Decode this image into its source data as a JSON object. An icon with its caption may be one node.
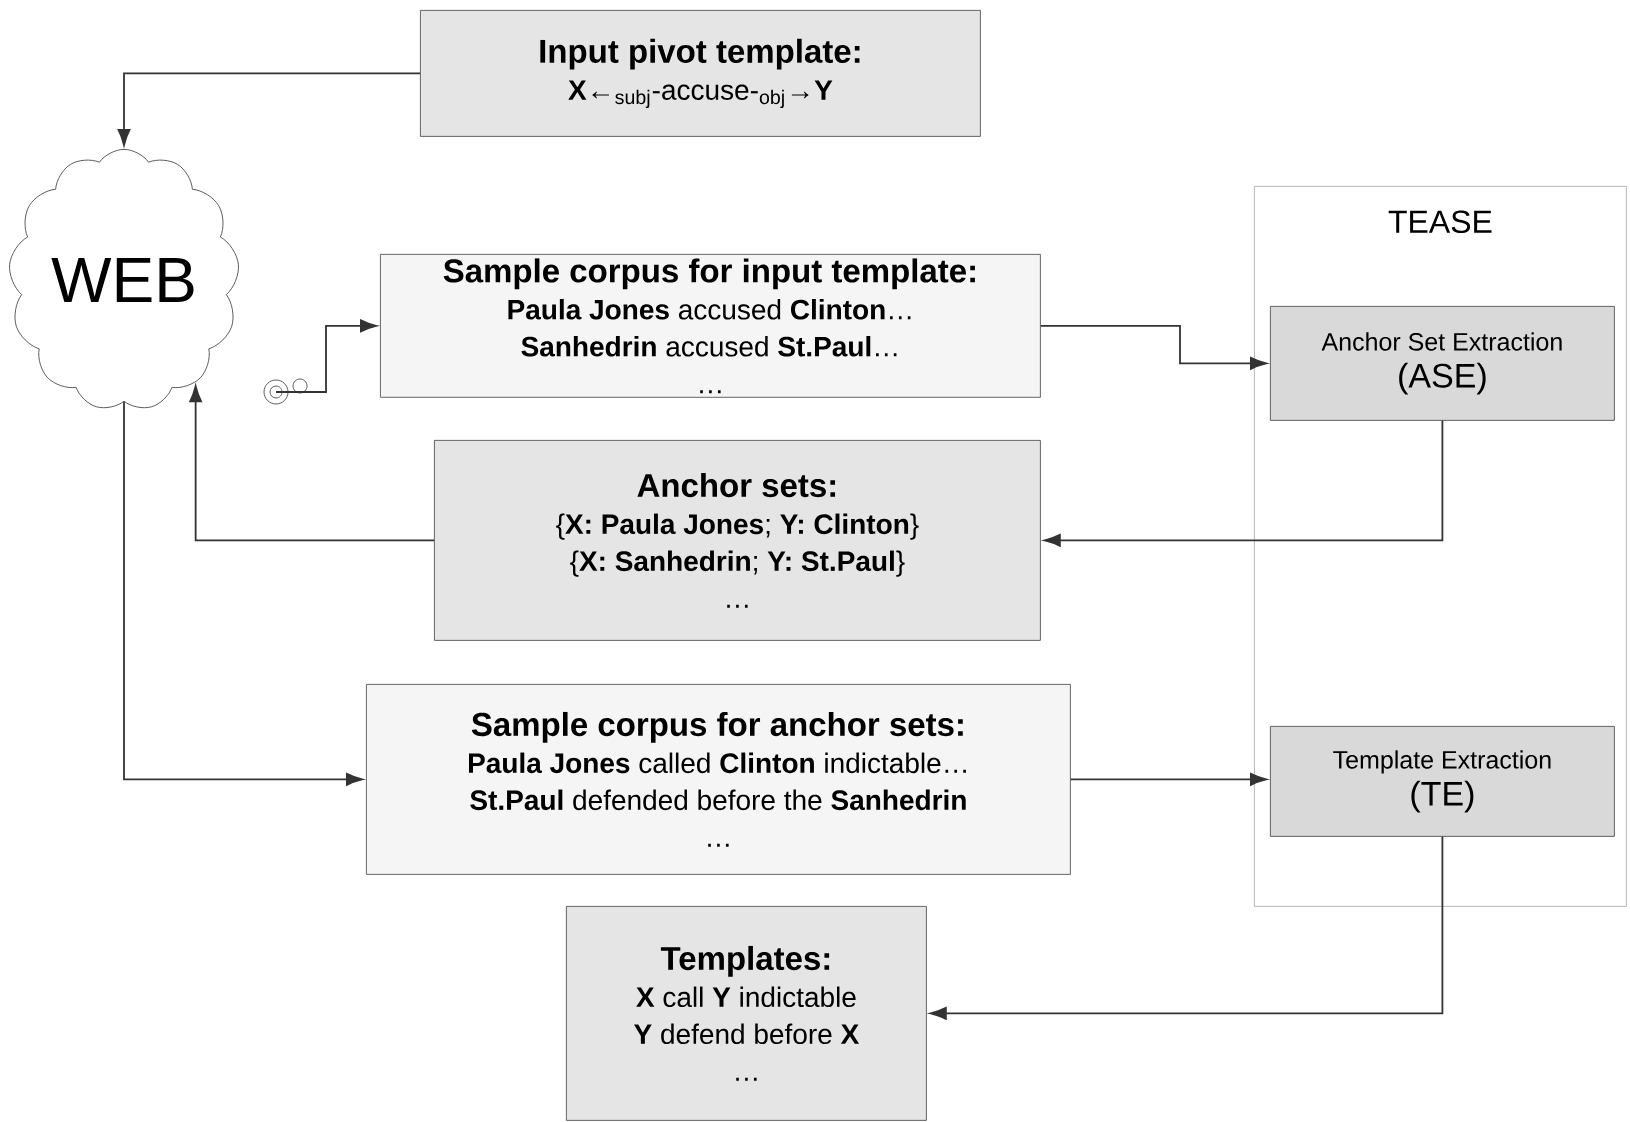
{
  "diagram": {
    "nodes": [
      {
        "text": [
          "Input pivot template:",
          "**X**←$_{subj}$-accuse-$_{obj}$→**Y**"
        ]
      },
      {
        "text": [
          "WEB"
        ]
      },
      {
        "text": [
          "Sample corpus for input template:",
          "**Paula Jones** accused **Clinton**…",
          "**Sanhedrin** accused **St.Paul**…",
          "…"
        ]
      },
      {
        "text": [
          "TEASE"
        ]
      },
      {
        "text": [
          "Anchor Set Extraction",
          "(ASE)"
        ],
        "in": 3
      },
      {
        "text": [
          "Anchor sets:",
          "{**X: Paula Jones**; **Y: Clinton**}",
          "{**X: Sanhedrin**; **Y: St.Paul**}",
          "…"
        ]
      },
      {
        "text": [
          "Sample corpus for anchor sets:",
          "**Paula Jones** called **Clinton** indictable…",
          "**St.Paul** defended before the **Sanhedrin**",
          "…"
        ]
      },
      {
        "text": [
          "Template Extraction",
          "(TE)"
        ],
        "in": 3
      },
      {
        "text": [
          "Templates:",
          "**X** call **Y** indictable",
          "**Y** defend before **X**",
          "…"
        ]
      }
    ],
    "edges": [
      {
        "from": 0,
        "to": 1,
        "arrow": "to"
      },
      {
        "from": 1,
        "to": 2,
        "arrow": "to"
      },
      {
        "from": 2,
        "to": 4,
        "arrow": "to"
      },
      {
        "from": 4,
        "to": 5,
        "arrow": "to"
      },
      {
        "from": 5,
        "to": 1,
        "arrow": "to"
      },
      {
        "from": 1,
        "to": 6,
        "arrow": "to"
      },
      {
        "from": 6,
        "to": 7,
        "arrow": "to"
      },
      {
        "from": 7,
        "to": 8,
        "arrow": "to"
      }
    ]
  }
}
